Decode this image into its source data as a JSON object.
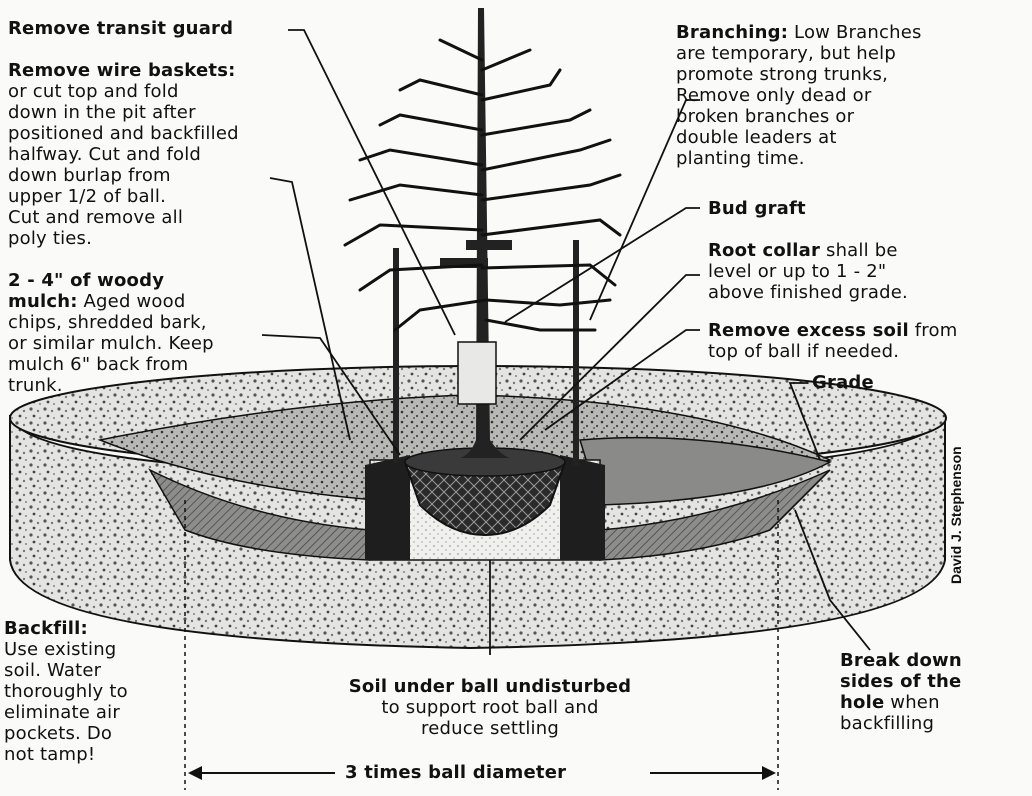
{
  "labels": {
    "transit_guard": {
      "title": "Remove transit guard",
      "body": ""
    },
    "wire_baskets": {
      "title": "Remove wire baskets:",
      "body": "or cut top and fold\ndown in the pit after\npositioned and backfilled\nhalfway. Cut and fold\ndown burlap from\nupper 1/2 of ball.\nCut and remove all\npoly ties."
    },
    "mulch": {
      "title": "2 - 4\" of woody\nmulch:",
      "body": " Aged wood\nchips, shredded bark,\nor similar mulch. Keep\nmulch 6\" back from\ntrunk."
    },
    "branching": {
      "title": "Branching:",
      "body": " Low Branches\nare temporary, but help\npromote strong trunks,\nRemove only dead or\nbroken branches or\ndouble leaders at\nplanting time."
    },
    "bud_graft": {
      "title": "Bud graft",
      "body": ""
    },
    "root_collar": {
      "title": "Root collar",
      "body": " shall be\nlevel or up to 1 - 2\"\nabove finished grade."
    },
    "excess_soil": {
      "title": "Remove excess soil",
      "body": " from\ntop of ball if needed."
    },
    "grade": {
      "title": "Grade",
      "body": ""
    },
    "backfill": {
      "title": "Backfill:",
      "body": "Use existing\nsoil. Water\nthoroughly to\neliminate air\npockets. Do\nnot tamp!"
    },
    "soil_under": {
      "title": "Soil under ball undisturbed",
      "body": "to support root ball and\nreduce settling"
    },
    "break_down": {
      "title": "Break down\nsides of the\nhole",
      "body": " when\nbackfilling"
    },
    "diameter": {
      "title": "3 times ball diameter",
      "body": ""
    }
  },
  "signature": "David J. Stephenson",
  "colors": {
    "ink": "#111111",
    "paper": "#fafaf8",
    "soil": "#cfcfcf",
    "mulch": "#9a9a9a",
    "shadow": "#333333"
  }
}
